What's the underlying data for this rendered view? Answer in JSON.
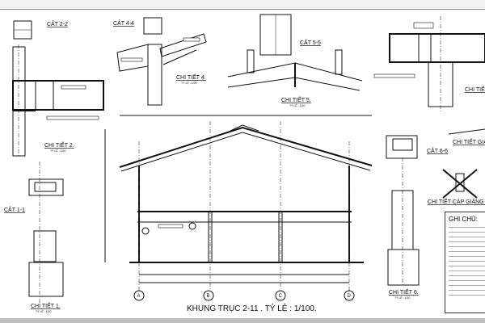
{
  "labels": {
    "cat22": "CẮT 2-2",
    "cat44": "CẮT 4-4",
    "ct4": "CHI TIẾT 4.",
    "cat55": "CẮT 5-5",
    "ct5": "CHI TIẾT 5.",
    "ct3": "CHI TIẾT",
    "ct2": "CHI TIẾT 2.",
    "cat11": "CẮT 1-1",
    "ct1": "CHI TIẾT 1.",
    "cat66": "CẮT 6-6",
    "ct6": "CHI TIẾT 6.",
    "ctgiang": "CHI TIẾT GIẰNG",
    "ctcap": "CHI TIẾT CÁP GIẰNG MÁI CÁ",
    "scale": "TỶ LỆ : 1/20",
    "main_title": "KHUNG TRỤC 2-11 . TỶ LỆ : 1/100."
  },
  "grid_axes": [
    "A",
    "B",
    "C",
    "D"
  ],
  "notes": {
    "title": "GHI CHÚ:"
  }
}
